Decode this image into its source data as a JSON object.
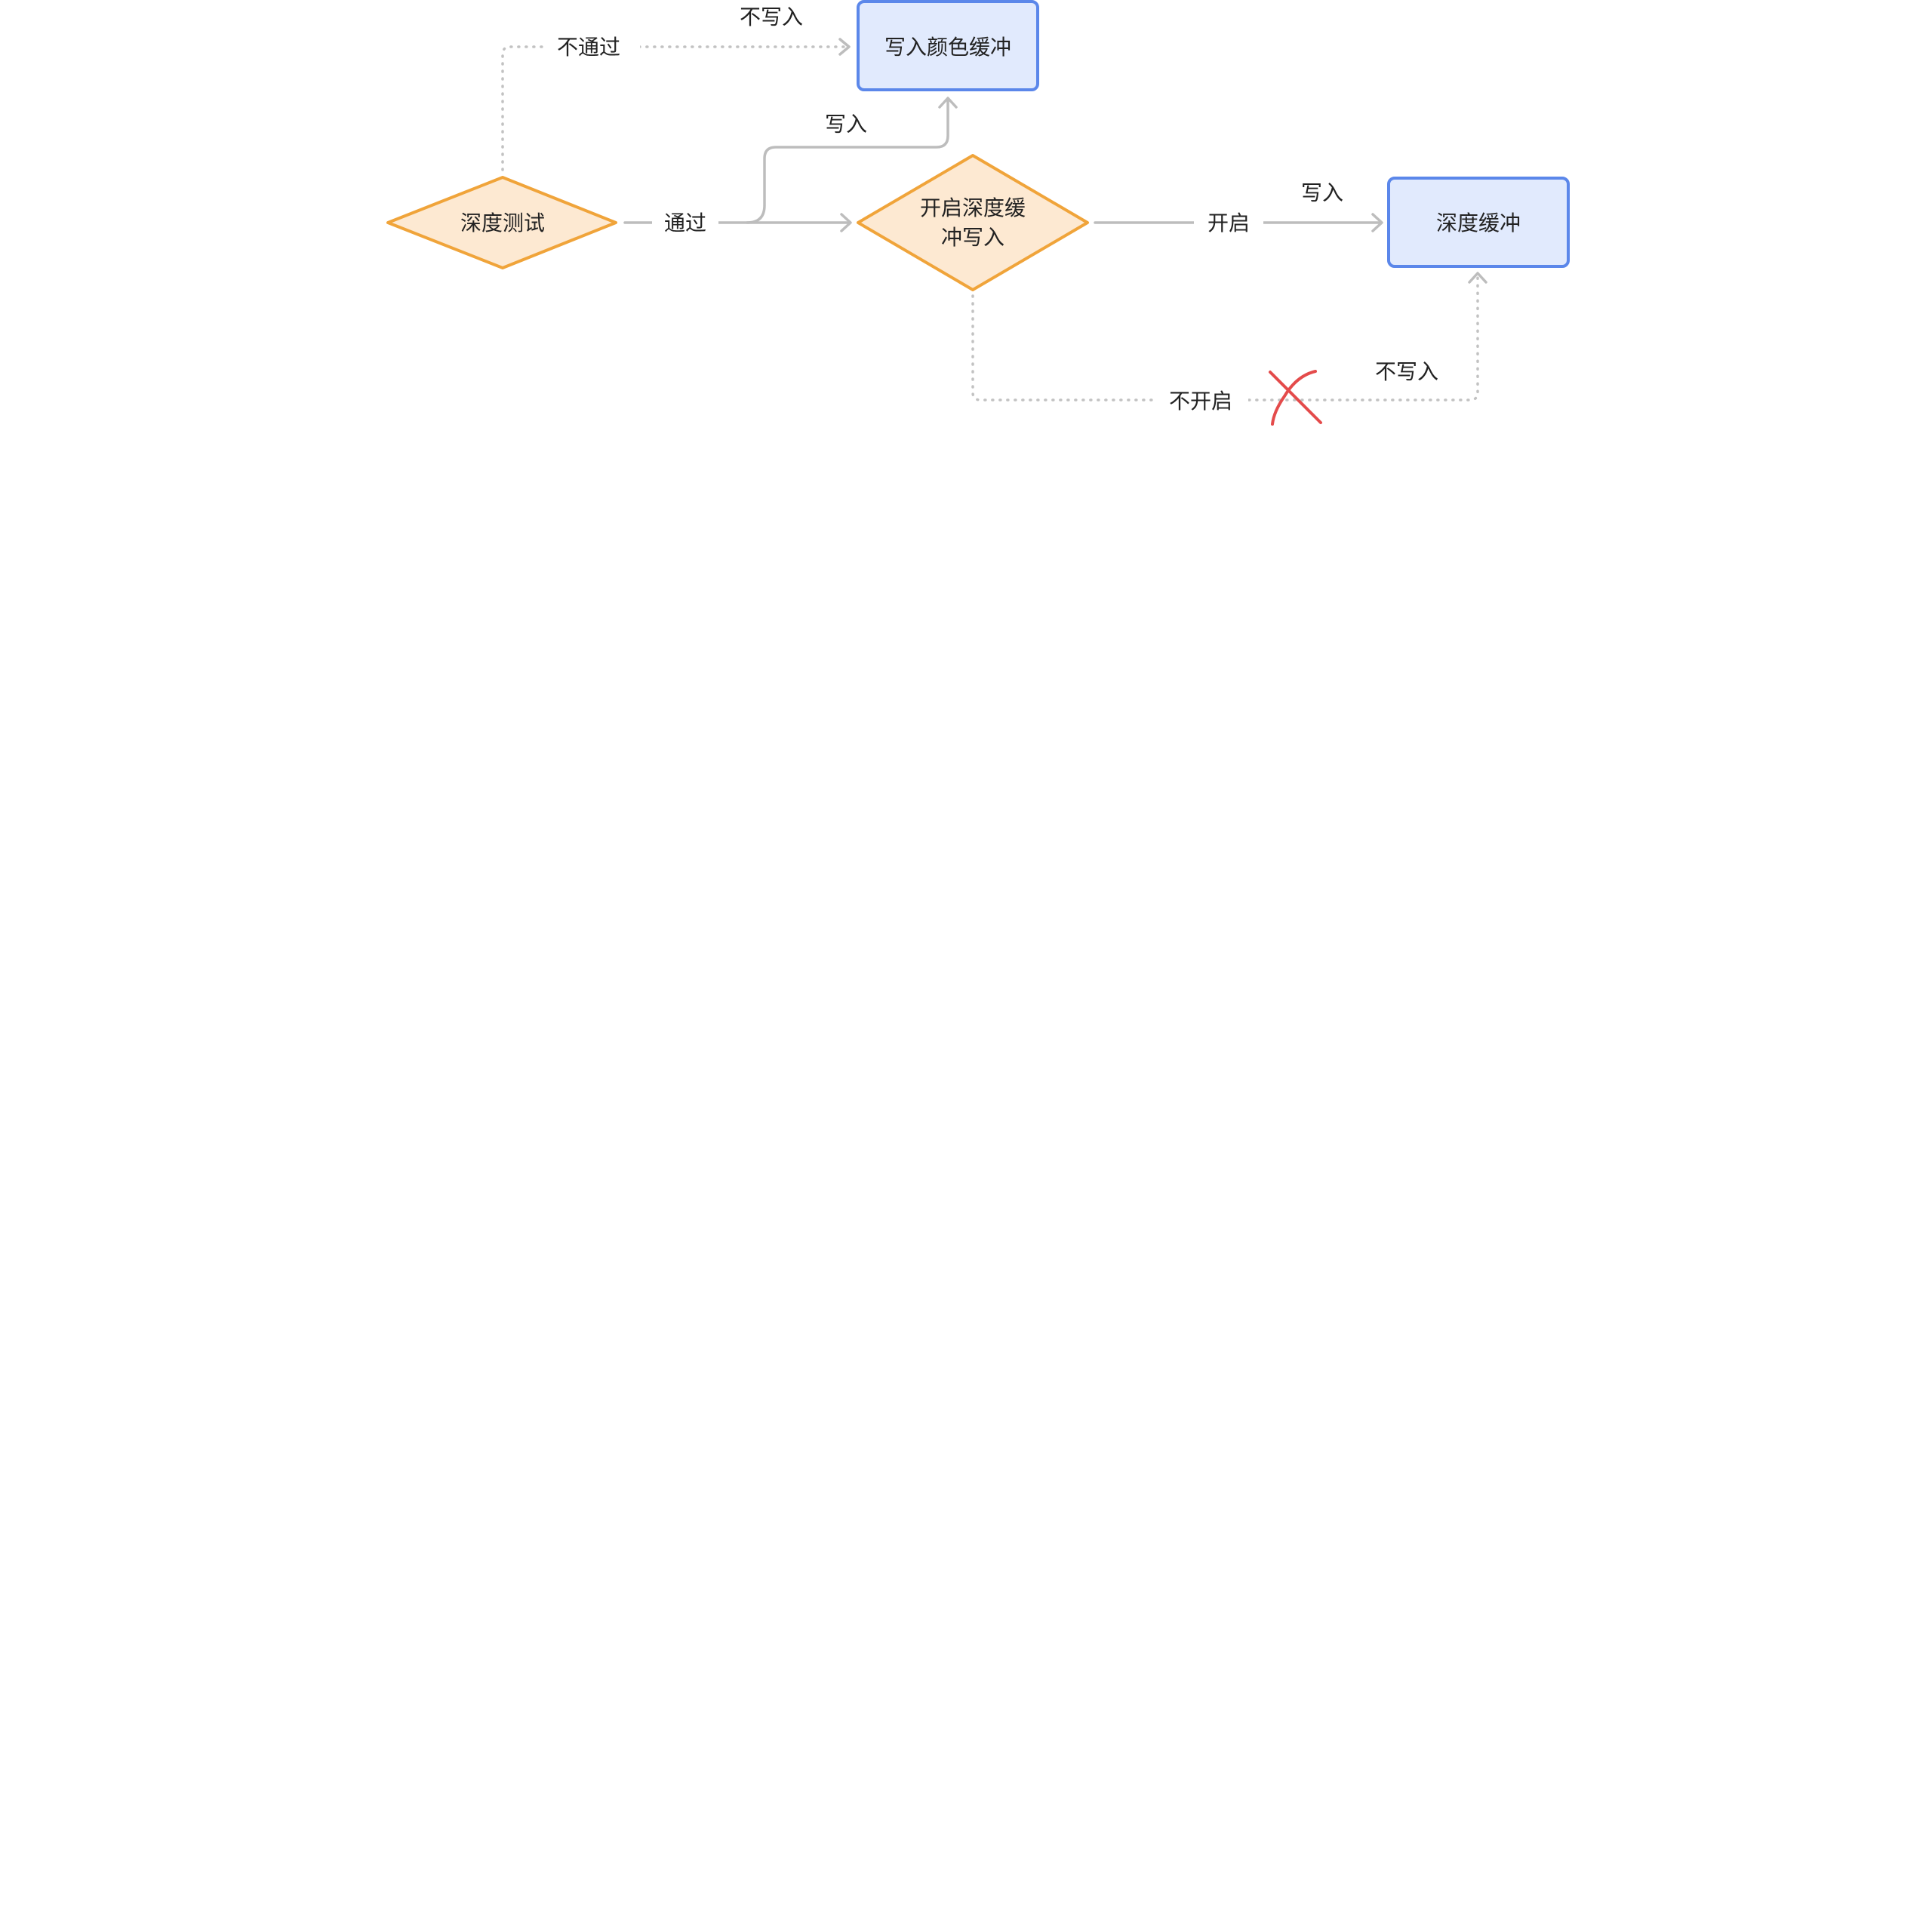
{
  "nodes": {
    "depth_test": "深度测试",
    "depth_write_line1": "开启深度缓",
    "depth_write_line2": "冲写入",
    "color_buffer": "写入颜色缓冲",
    "depth_buffer": "深度缓冲"
  },
  "edges": {
    "fail": "不通过",
    "fail_no_write": "不写入",
    "pass": "通过",
    "pass_write": "写入",
    "enabled": "开启",
    "enabled_write": "写入",
    "disabled": "不开启",
    "disabled_no_write": "不写入"
  },
  "colors": {
    "decision_fill": "#fde9d2",
    "decision_stroke": "#f0a43a",
    "process_fill": "#e1eafd",
    "process_stroke": "#5b87ea",
    "edge": "#bdbdbd",
    "cross": "#e44b4b"
  }
}
